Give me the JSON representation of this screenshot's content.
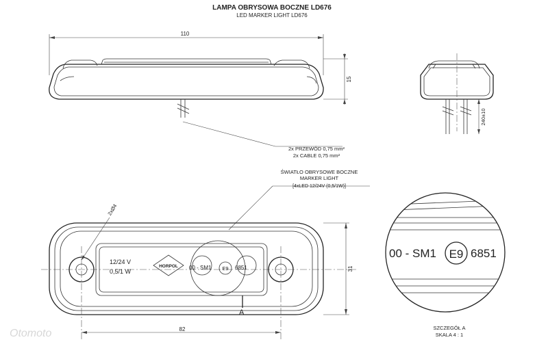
{
  "title": {
    "line1": "LAMPA OBRYSOWA BOCZNE LD676",
    "line2": "LED MARKER LIGHT LD676"
  },
  "dimensions": {
    "length": "110",
    "height": "15",
    "cable_len": "240±10",
    "hole": "2xØ4",
    "hole_spacing": "82",
    "width": "31"
  },
  "cable_note": {
    "line1": "2x PRZEWÓD 0,75 mm²",
    "line2": "2x CABLE 0,75 mm²"
  },
  "light_note": {
    "line1": "ŚWIATŁO OBRYSOWE BOCZNE",
    "line2": "MARKER LIGHT",
    "line3": "[4xLED 12/24V (0,5/1W)]"
  },
  "lens": {
    "voltage": "12/24 V",
    "power": "0,5/1 W",
    "brand": "HORPOL",
    "code_prefix": "00 - SM1",
    "approval": "E9",
    "code_number": "6851"
  },
  "detail": {
    "ref": "A",
    "label": "SZCZEGÓŁ A",
    "scale": "SKALA 4 : 1",
    "code_prefix": "00 - SM1",
    "approval": "E9",
    "code_number": "6851"
  },
  "watermark": "Otomoto"
}
